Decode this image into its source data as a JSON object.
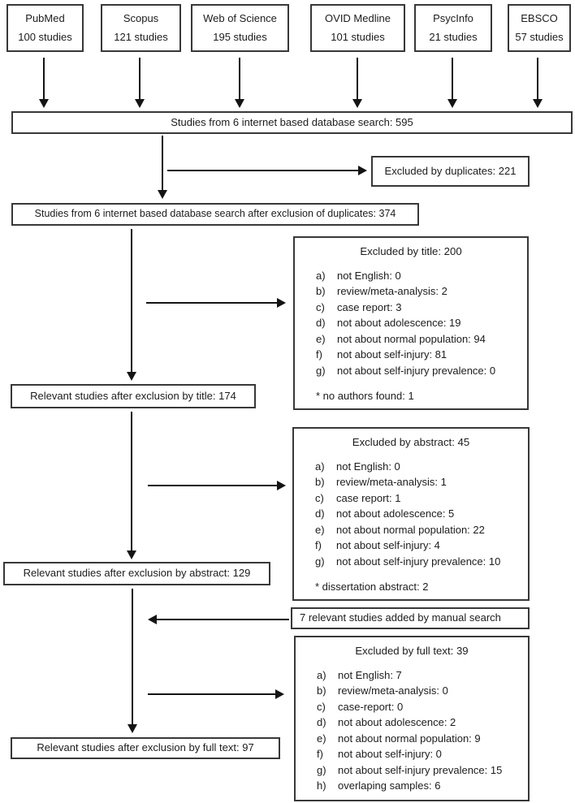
{
  "sources": [
    {
      "name": "PubMed",
      "count": "100 studies"
    },
    {
      "name": "Scopus",
      "count": "121 studies"
    },
    {
      "name": "Web of Science",
      "count": "195 studies"
    },
    {
      "name": "OVID Medline",
      "count": "101 studies"
    },
    {
      "name": "PsycInfo",
      "count": "21 studies"
    },
    {
      "name": "EBSCO",
      "count": "57 studies"
    }
  ],
  "flow": {
    "search_total": "Studies from 6 internet based database search: 595",
    "excluded_duplicates": "Excluded by duplicates: 221",
    "after_duplicates": "Studies from 6 internet based database search after exclusion of duplicates: 374",
    "after_title": "Relevant studies after exclusion by title: 174",
    "after_abstract": "Relevant studies after exclusion by abstract: 129",
    "manual_search": "7 relevant studies added by manual search",
    "after_fulltext": "Relevant studies after exclusion by full text: 97"
  },
  "exclusions": [
    {
      "title": "Excluded by title: 200",
      "items": [
        {
          "label": "a)",
          "text": "not English: 0"
        },
        {
          "label": "b)",
          "text": "review/meta-analysis: 2"
        },
        {
          "label": "c)",
          "text": "case report: 3"
        },
        {
          "label": "d)",
          "text": "not about adolescence: 19"
        },
        {
          "label": "e)",
          "text": "not about normal population: 94"
        },
        {
          "label": "f)",
          "text": "not about self-injury: 81"
        },
        {
          "label": "g)",
          "text": "not about self-injury prevalence: 0"
        }
      ],
      "footnote": "* no authors found: 1"
    },
    {
      "title": "Excluded by abstract: 45",
      "items": [
        {
          "label": "a)",
          "text": "not English: 0"
        },
        {
          "label": "b)",
          "text": "review/meta-analysis: 1"
        },
        {
          "label": "c)",
          "text": "case report: 1"
        },
        {
          "label": "d)",
          "text": "not about adolescence: 5"
        },
        {
          "label": "e)",
          "text": "not about normal population: 22"
        },
        {
          "label": "f)",
          "text": "not about self-injury: 4"
        },
        {
          "label": "g)",
          "text": "not about self-injury prevalence: 10"
        }
      ],
      "footnote": "* dissertation abstract: 2"
    },
    {
      "title": "Excluded by full text: 39",
      "items": [
        {
          "label": "a)",
          "text": "not English: 7"
        },
        {
          "label": "b)",
          "text": "review/meta-analysis: 0"
        },
        {
          "label": "c)",
          "text": "case-report: 0"
        },
        {
          "label": "d)",
          "text": "not about adolescence: 2"
        },
        {
          "label": "e)",
          "text": "not about normal population: 9"
        },
        {
          "label": "f)",
          "text": "not about self-injury: 0"
        },
        {
          "label": "g)",
          "text": "not about self-injury prevalence: 15"
        },
        {
          "label": "h)",
          "text": "overlaping samples: 6"
        }
      ],
      "footnote": ""
    }
  ],
  "colors": {
    "border": "#383838",
    "arrow": "#141414",
    "text": "#1c1c1c",
    "background": "#ffffff"
  }
}
